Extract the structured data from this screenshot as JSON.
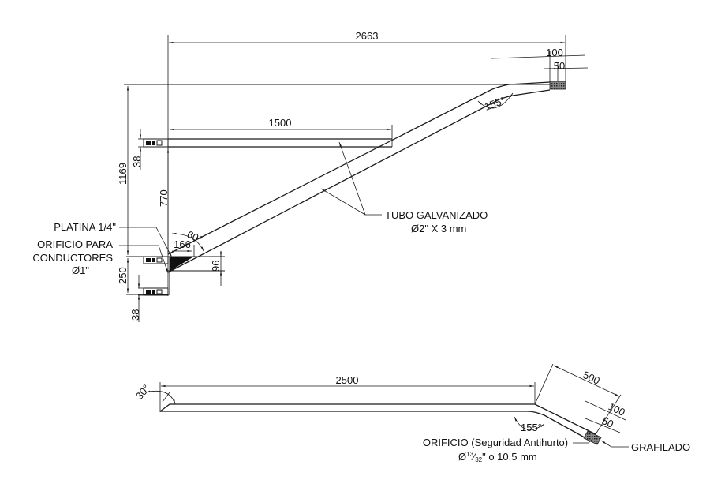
{
  "drawing": {
    "top_view": {
      "dimensions": {
        "overall_length": "2663",
        "end_length_100": "100",
        "end_length_50": "50",
        "bend_angle": "155°",
        "upper_arm_length": "1500",
        "total_height": "1169",
        "upper_bracket_width": "38",
        "vertical_770": "770",
        "base_angle": "60°",
        "plate_166": "166",
        "plate_96": "96",
        "lower_250": "250",
        "lower_bracket_width": "38"
      },
      "labels": {
        "platina": "PLATINA 1/4\"",
        "orificio_line1": "ORIFICIO PARA",
        "orificio_line2": "CONDUCTORES",
        "orificio_line3": "Ø1\"",
        "tubo_line1": "TUBO GALVANIZADO",
        "tubo_line2": "Ø2\" X 3 mm"
      }
    },
    "bottom_view": {
      "dimensions": {
        "straight_length": "2500",
        "start_angle": "30°",
        "bend_angle": "155°",
        "bent_length": "500",
        "end_length_100": "100",
        "end_length_50": "50"
      },
      "labels": {
        "orificio_line1": "ORIFICIO (Seguridad Antihurto)",
        "orificio_line2_prefix": "Ø",
        "orificio_sup": "13",
        "orificio_sub": "32",
        "orificio_line2_suffix": "\" o 10,5 mm",
        "grafilado": "GRAFILADO"
      }
    }
  }
}
